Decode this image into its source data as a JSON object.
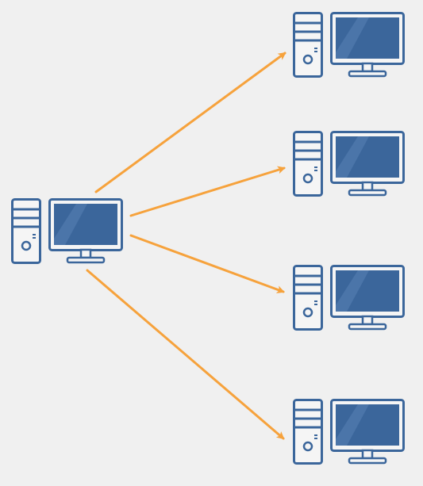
{
  "colors": {
    "background": "#f0f0f0",
    "outline": "#3b669b",
    "screen": "#3b669b",
    "screen_glare": "#5a82b4",
    "body_fill": "#f5f5f5",
    "arrow": "#f6a23c"
  },
  "nodes": [
    {
      "id": "source-computer",
      "role": "source",
      "icon": "desktop-computer-icon"
    },
    {
      "id": "target-computer-1",
      "role": "target",
      "icon": "desktop-computer-icon"
    },
    {
      "id": "target-computer-2",
      "role": "target",
      "icon": "desktop-computer-icon"
    },
    {
      "id": "target-computer-3",
      "role": "target",
      "icon": "desktop-computer-icon"
    },
    {
      "id": "target-computer-4",
      "role": "target",
      "icon": "desktop-computer-icon"
    }
  ],
  "edges": [
    {
      "from": "source-computer",
      "to": "target-computer-1",
      "arrowhead": "end"
    },
    {
      "from": "source-computer",
      "to": "target-computer-2",
      "arrowhead": "end"
    },
    {
      "from": "source-computer",
      "to": "target-computer-3",
      "arrowhead": "end"
    },
    {
      "from": "source-computer",
      "to": "target-computer-4",
      "arrowhead": "end"
    }
  ]
}
